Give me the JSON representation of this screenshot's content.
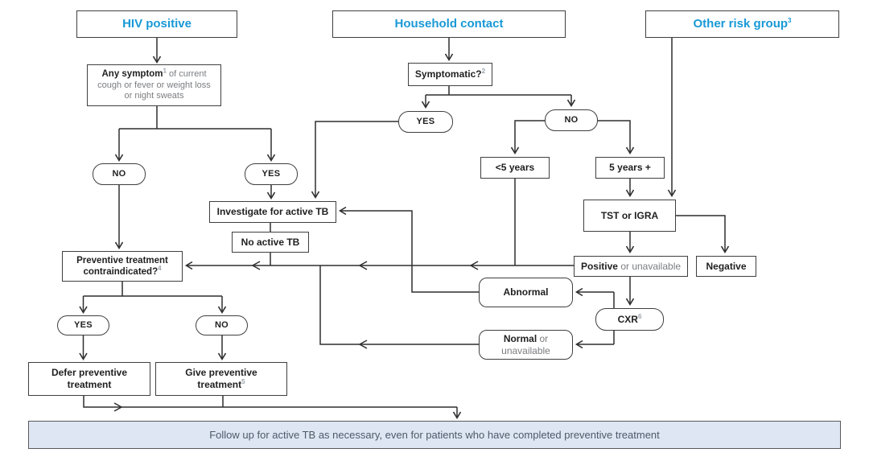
{
  "colors": {
    "accent_blue": "#1899d6",
    "box_border": "#3f3f3f",
    "connector_line": "#2f2f2f",
    "muted_text": "#7b7d80",
    "dark_text": "#1f1f1f",
    "footer_bg": "#dee6f4",
    "footer_text": "#4d5a67"
  },
  "nodes": {
    "hiv_header": {
      "label": "HIV positive"
    },
    "household_header": {
      "label": "Household contact"
    },
    "other_header": {
      "label": "Other risk group",
      "sup": "3"
    },
    "symptom": {
      "bold": "Any symptom",
      "sup": "1",
      "rest": " of current cough or fever or weight loss or night sweats"
    },
    "hiv_no": {
      "label": "NO"
    },
    "hiv_yes": {
      "label": "YES"
    },
    "investigate": {
      "label": "Investigate for active TB"
    },
    "no_active_tb": {
      "label": "No active TB"
    },
    "contraindicated": {
      "bold": "Preventive treatment contraindicated?",
      "sup": "4"
    },
    "ct_yes": {
      "label": "YES"
    },
    "ct_no": {
      "label": "NO"
    },
    "defer": {
      "label": "Defer preventive treatment"
    },
    "give": {
      "bold": "Give preventive treatment",
      "sup": "5"
    },
    "symptomatic": {
      "bold": "Symptomatic?",
      "sup": "2"
    },
    "sym_yes": {
      "label": "YES"
    },
    "sym_no": {
      "label": "NO"
    },
    "under5": {
      "label": "<5 years"
    },
    "over5": {
      "label": "5 years +"
    },
    "tst": {
      "label": "TST or IGRA"
    },
    "positive": {
      "bold": "Positive",
      "rest": " or unavailable"
    },
    "negative": {
      "label": "Negative"
    },
    "cxr": {
      "bold": "CXR",
      "sup": "6"
    },
    "abnormal": {
      "label": "Abnormal"
    },
    "normal": {
      "bold": "Normal",
      "rest": " or unavailable"
    },
    "footer": {
      "label": "Follow up for active TB as necessary, even for patients who have completed preventive treatment"
    }
  }
}
